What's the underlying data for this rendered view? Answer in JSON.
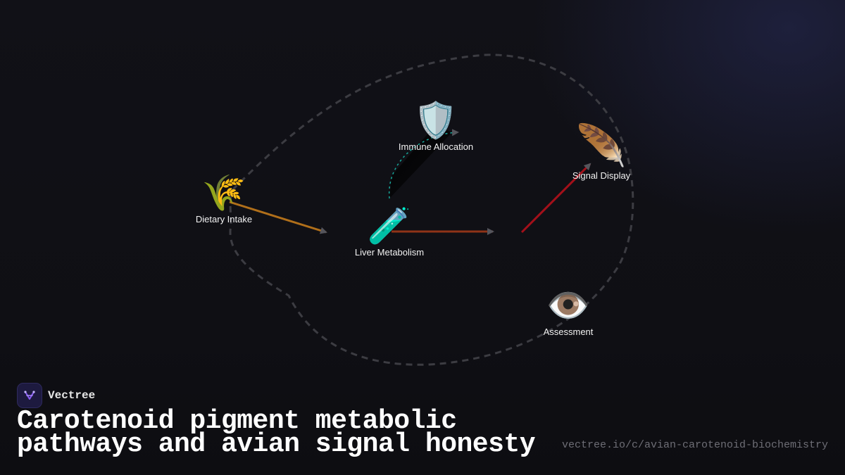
{
  "diagram": {
    "nodes": [
      {
        "id": "dietary",
        "label": "Dietary Intake",
        "icon": "sheaf-of-rice-icon",
        "glyph": "🌾"
      },
      {
        "id": "liver",
        "label": "Liver Metabolism",
        "icon": "test-tube-icon",
        "glyph": "🧪"
      },
      {
        "id": "immune",
        "label": "Immune Allocation",
        "icon": "shield-icon",
        "glyph": "🛡️"
      },
      {
        "id": "signal",
        "label": "Signal Display",
        "icon": "feather-icon",
        "glyph": "🪶"
      },
      {
        "id": "assessment",
        "label": "Assessment",
        "icon": "eye-icon",
        "glyph": "👁️"
      }
    ],
    "edges": [
      {
        "from": "dietary",
        "to": "liver",
        "color": "#b06f1a"
      },
      {
        "from": "liver",
        "to": "signal",
        "color": "#8f3318"
      },
      {
        "from": "liver",
        "to": "immune",
        "color": "#17a79a",
        "style": "dashed"
      },
      {
        "to": "signal",
        "color": "#a3101a"
      }
    ],
    "cycle_outline_color": "#3a3a40"
  },
  "brand": {
    "name": "Vectree",
    "logo_icon": "vectree-logo-icon",
    "accent": "#8b5cf6"
  },
  "title": {
    "line1": "Carotenoid pigment metabolic",
    "line2": "pathways and avian signal honesty"
  },
  "url": "vectree.io/c/avian-carotenoid-biochemistry"
}
